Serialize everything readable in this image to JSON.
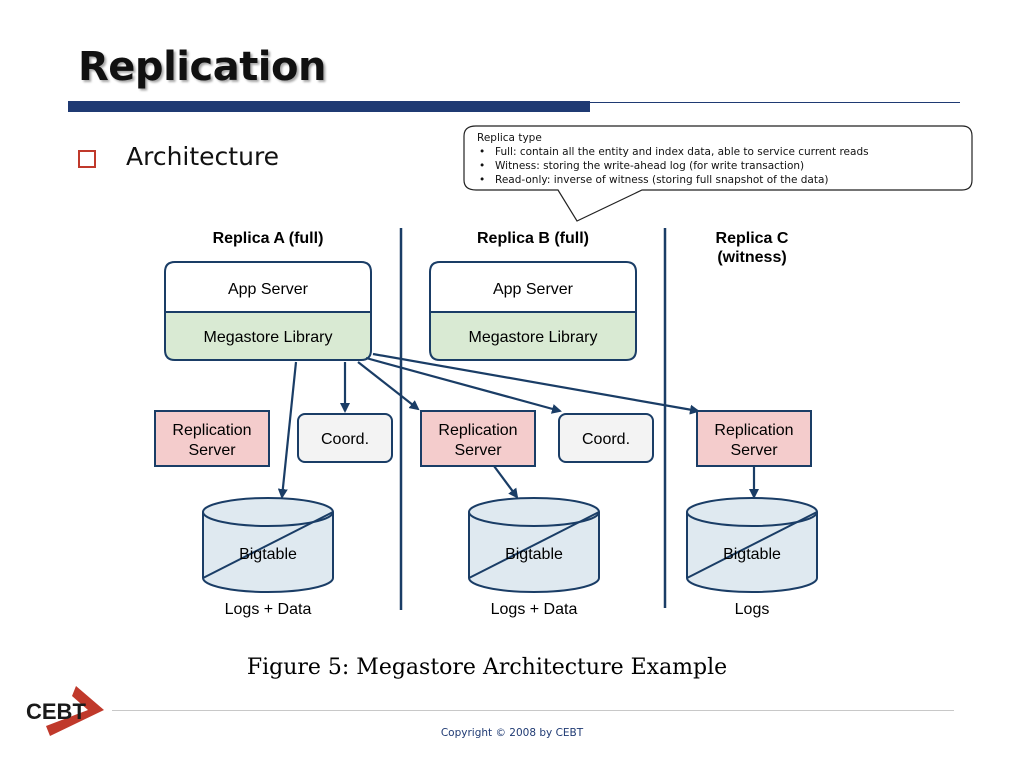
{
  "slide": {
    "title": "Replication",
    "bullet": "Architecture"
  },
  "callout": {
    "heading": "Replica type",
    "items": [
      "Full: contain all the entity and index data, able to service current reads",
      "Witness: storing the write-ahead log (for write transaction)",
      "Read-only: inverse of witness (storing full snapshot of the data)"
    ]
  },
  "diagram": {
    "replica_a": {
      "heading": "Replica A (full)",
      "app_server": "App Server",
      "library": "Megastore Library",
      "replication_line1": "Replication",
      "replication_line2": "Server",
      "coord": "Coord.",
      "bigtable": "Bigtable",
      "storage": "Logs + Data"
    },
    "replica_b": {
      "heading": "Replica B (full)",
      "app_server": "App Server",
      "library": "Megastore Library",
      "replication_line1": "Replication",
      "replication_line2": "Server",
      "coord": "Coord.",
      "bigtable": "Bigtable",
      "storage": "Logs + Data"
    },
    "replica_c": {
      "heading_line1": "Replica C",
      "heading_line2": "(witness)",
      "replication_line1": "Replication",
      "replication_line2": "Server",
      "bigtable": "Bigtable",
      "storage": "Logs"
    },
    "caption": "Figure 5:  Megastore Architecture Example"
  },
  "footer": {
    "copyright": "Copyright © 2008 by CEBT",
    "logo_text": "CEBT"
  },
  "colors": {
    "title_rule": "#1f3a73",
    "bullet": "#c0392b",
    "arrow": "#1a3d66",
    "library_fill": "#d9ead3",
    "replication_fill": "#f4cccc",
    "coord_fill": "#f3f3f3",
    "bigtable_fill": "#dfe9f0",
    "logo_red": "#c0392b"
  }
}
